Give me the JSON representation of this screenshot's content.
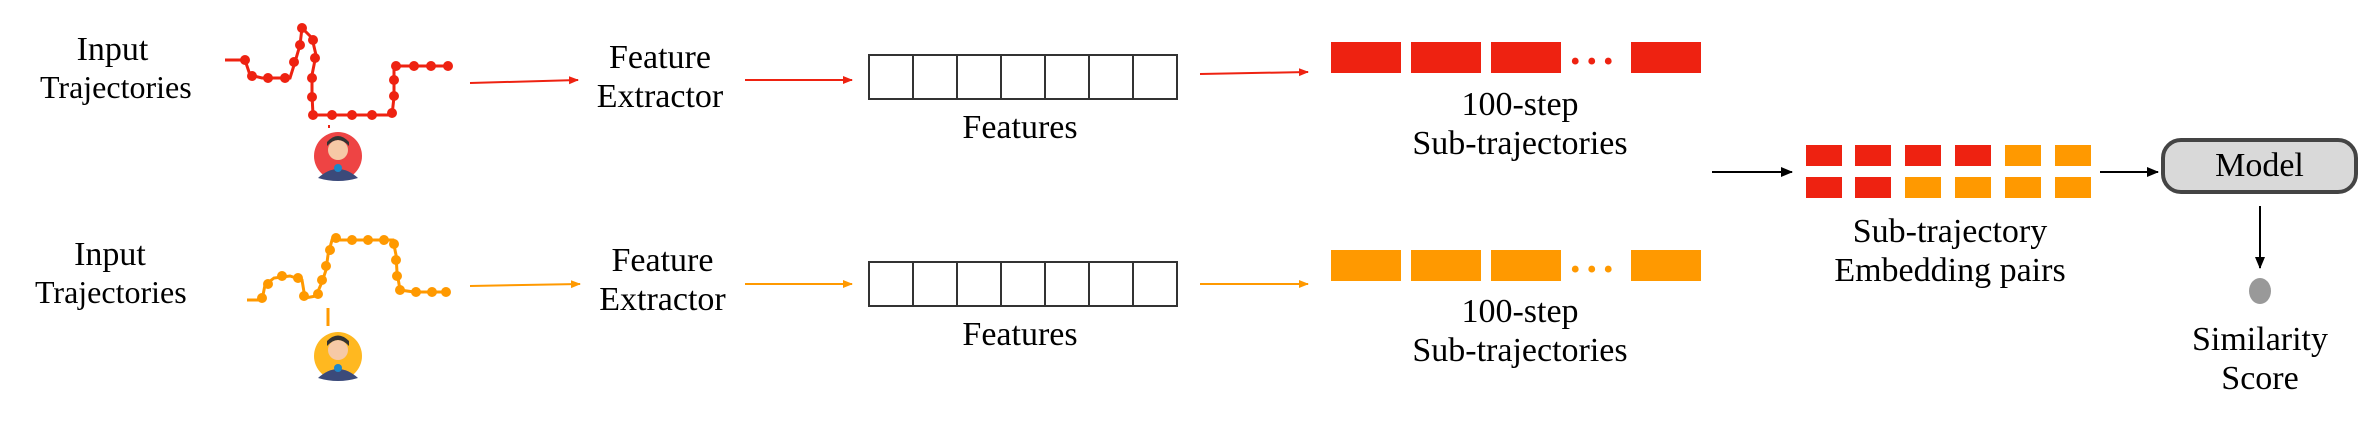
{
  "colors": {
    "red": "#ee2211",
    "orange": "#ff9900",
    "model_fill": "#d9d9d9",
    "score_dot": "#999999"
  },
  "rows": [
    {
      "input_label_1": "Input",
      "input_label_2": "Trajectories",
      "extractor_label_1": "Feature",
      "extractor_label_2": "Extractor",
      "features_label": "Features",
      "sub_label_1": "100-step",
      "sub_label_2": "Sub-trajectories",
      "ellipsis": "...",
      "avatar_icon": "person-red-avatar-icon"
    },
    {
      "input_label_1": "Input",
      "input_label_2": "Trajectories",
      "extractor_label_1": "Feature",
      "extractor_label_2": "Extractor",
      "features_label": "Features",
      "sub_label_1": "100-step",
      "sub_label_2": "Sub-trajectories",
      "ellipsis": "...",
      "avatar_icon": "person-orange-avatar-icon"
    }
  ],
  "pairs": {
    "label_1": "Sub-trajectory",
    "label_2": "Embedding pairs"
  },
  "model": {
    "label": "Model"
  },
  "score": {
    "label_1": "Similarity",
    "label_2": "Score"
  }
}
